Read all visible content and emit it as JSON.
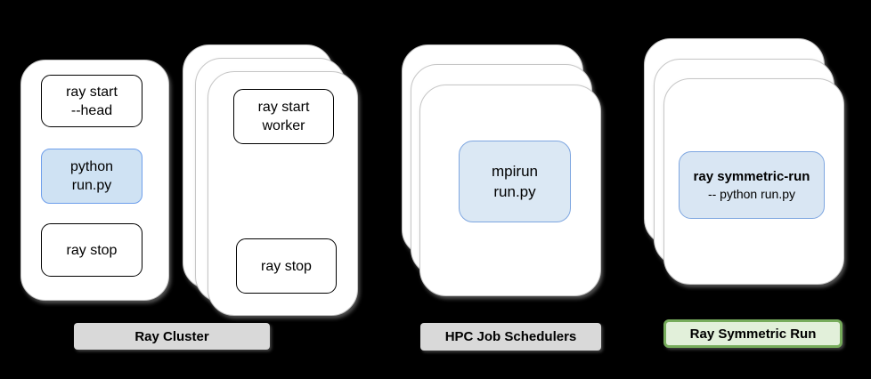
{
  "colors": {
    "background": "#000000",
    "card_fill": "#ffffff",
    "card_edge": "#c6c6c6",
    "command_border": "#000000",
    "highlight_python_fill": "#cfe2f3",
    "highlight_python_border": "#6d9eeb",
    "highlight_mpirun_fill": "#dbe8f4",
    "highlight_mpirun_border": "#7ea6e0",
    "label_gray_fill": "#d9d9d9",
    "label_green_fill": "#e2f0da",
    "label_green_border": "#77ac5c",
    "text": "#000000"
  },
  "diagram": {
    "head_card": {
      "commands": [
        {
          "name": "ray-start-head",
          "lines": [
            "ray start",
            "--head"
          ],
          "highlighted": false
        },
        {
          "name": "python-run",
          "lines": [
            "python",
            "run.py"
          ],
          "highlighted": true
        },
        {
          "name": "ray-stop",
          "lines": [
            "ray stop"
          ],
          "highlighted": false
        }
      ]
    },
    "worker_stack": {
      "card_count": 3,
      "commands": [
        {
          "name": "ray-start-worker",
          "lines": [
            "ray start",
            "worker"
          ],
          "highlighted": false
        },
        {
          "name": "ray-stop",
          "lines": [
            "ray stop"
          ],
          "highlighted": false
        }
      ]
    },
    "hpc_stack": {
      "card_count": 3,
      "commands": [
        {
          "name": "mpirun-run",
          "lines": [
            "mpirun",
            "run.py"
          ],
          "highlighted": true
        }
      ]
    },
    "symmetric_stack": {
      "card_count": 3,
      "commands": [
        {
          "name": "ray-symmetric-run",
          "title": "ray symmetric-run",
          "subtitle": "-- python run.py",
          "highlighted": true
        }
      ]
    },
    "labels": [
      {
        "text": "Ray Cluster",
        "style": "gray"
      },
      {
        "text": "HPC Job Schedulers",
        "style": "gray"
      },
      {
        "text": "Ray Symmetric Run",
        "style": "green"
      }
    ]
  }
}
